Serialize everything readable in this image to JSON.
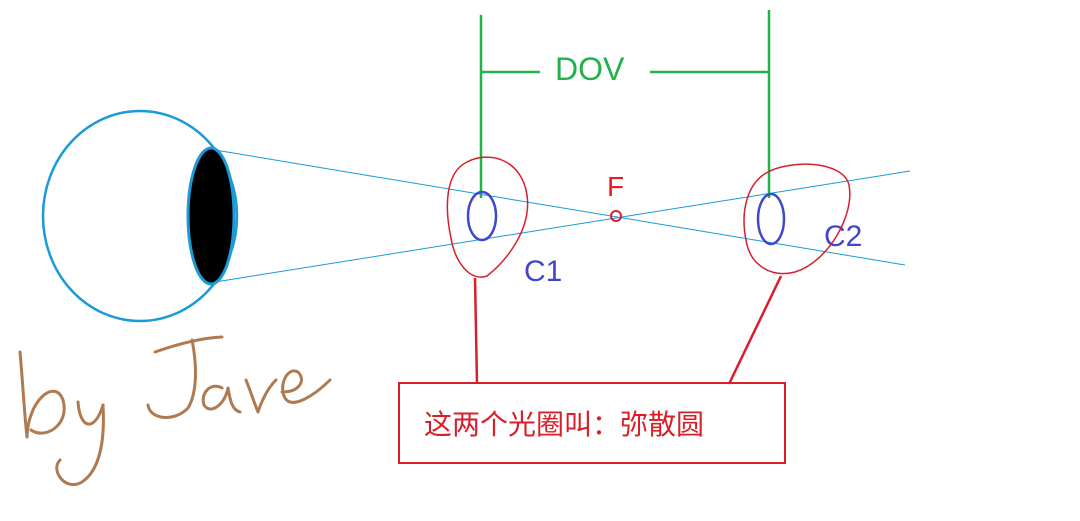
{
  "labels": {
    "dov": "DOV",
    "focus": "F",
    "circle1": "C1",
    "circle2": "C2",
    "signature": "by Jave"
  },
  "note": {
    "text": "这两个光圈叫：弥散圆"
  },
  "colors": {
    "eye": "#1a9ad6",
    "pupil": "#000000",
    "ray": "#1a9ad6",
    "dov": "#22b14c",
    "circle": "#3f48cc",
    "annotation": "#d91e2a",
    "signature": "#b07a50"
  }
}
